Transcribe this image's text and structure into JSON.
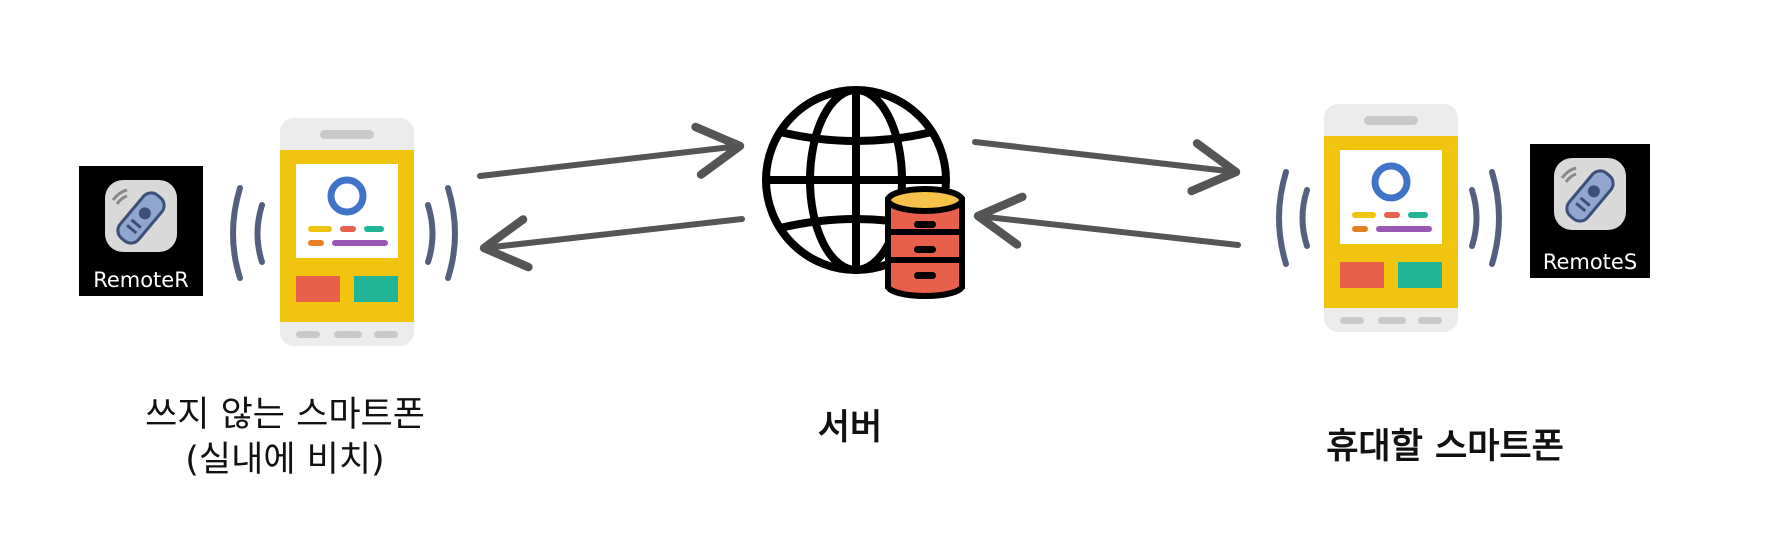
{
  "apps": {
    "left": {
      "label": "RemoteR",
      "icon": "remote-control-icon"
    },
    "right": {
      "label": "RemoteS",
      "icon": "remote-control-icon"
    }
  },
  "nodes": {
    "left_phone": {
      "line1": "쓰지 않는 스마트폰",
      "line2": "(실내에 비치)"
    },
    "server": {
      "label": "서버"
    },
    "right_phone": {
      "label": "휴대할 스마트폰"
    }
  },
  "colors": {
    "phone_frame": "#ececec",
    "phone_screen_bg": "#f1c40f",
    "wave": "#555f80",
    "arrow": "#555555",
    "db": "#e8604c",
    "db_top": "#f6c24a",
    "circle": "#3f74c8",
    "block_red": "#e8604c",
    "block_green": "#1fb596"
  }
}
